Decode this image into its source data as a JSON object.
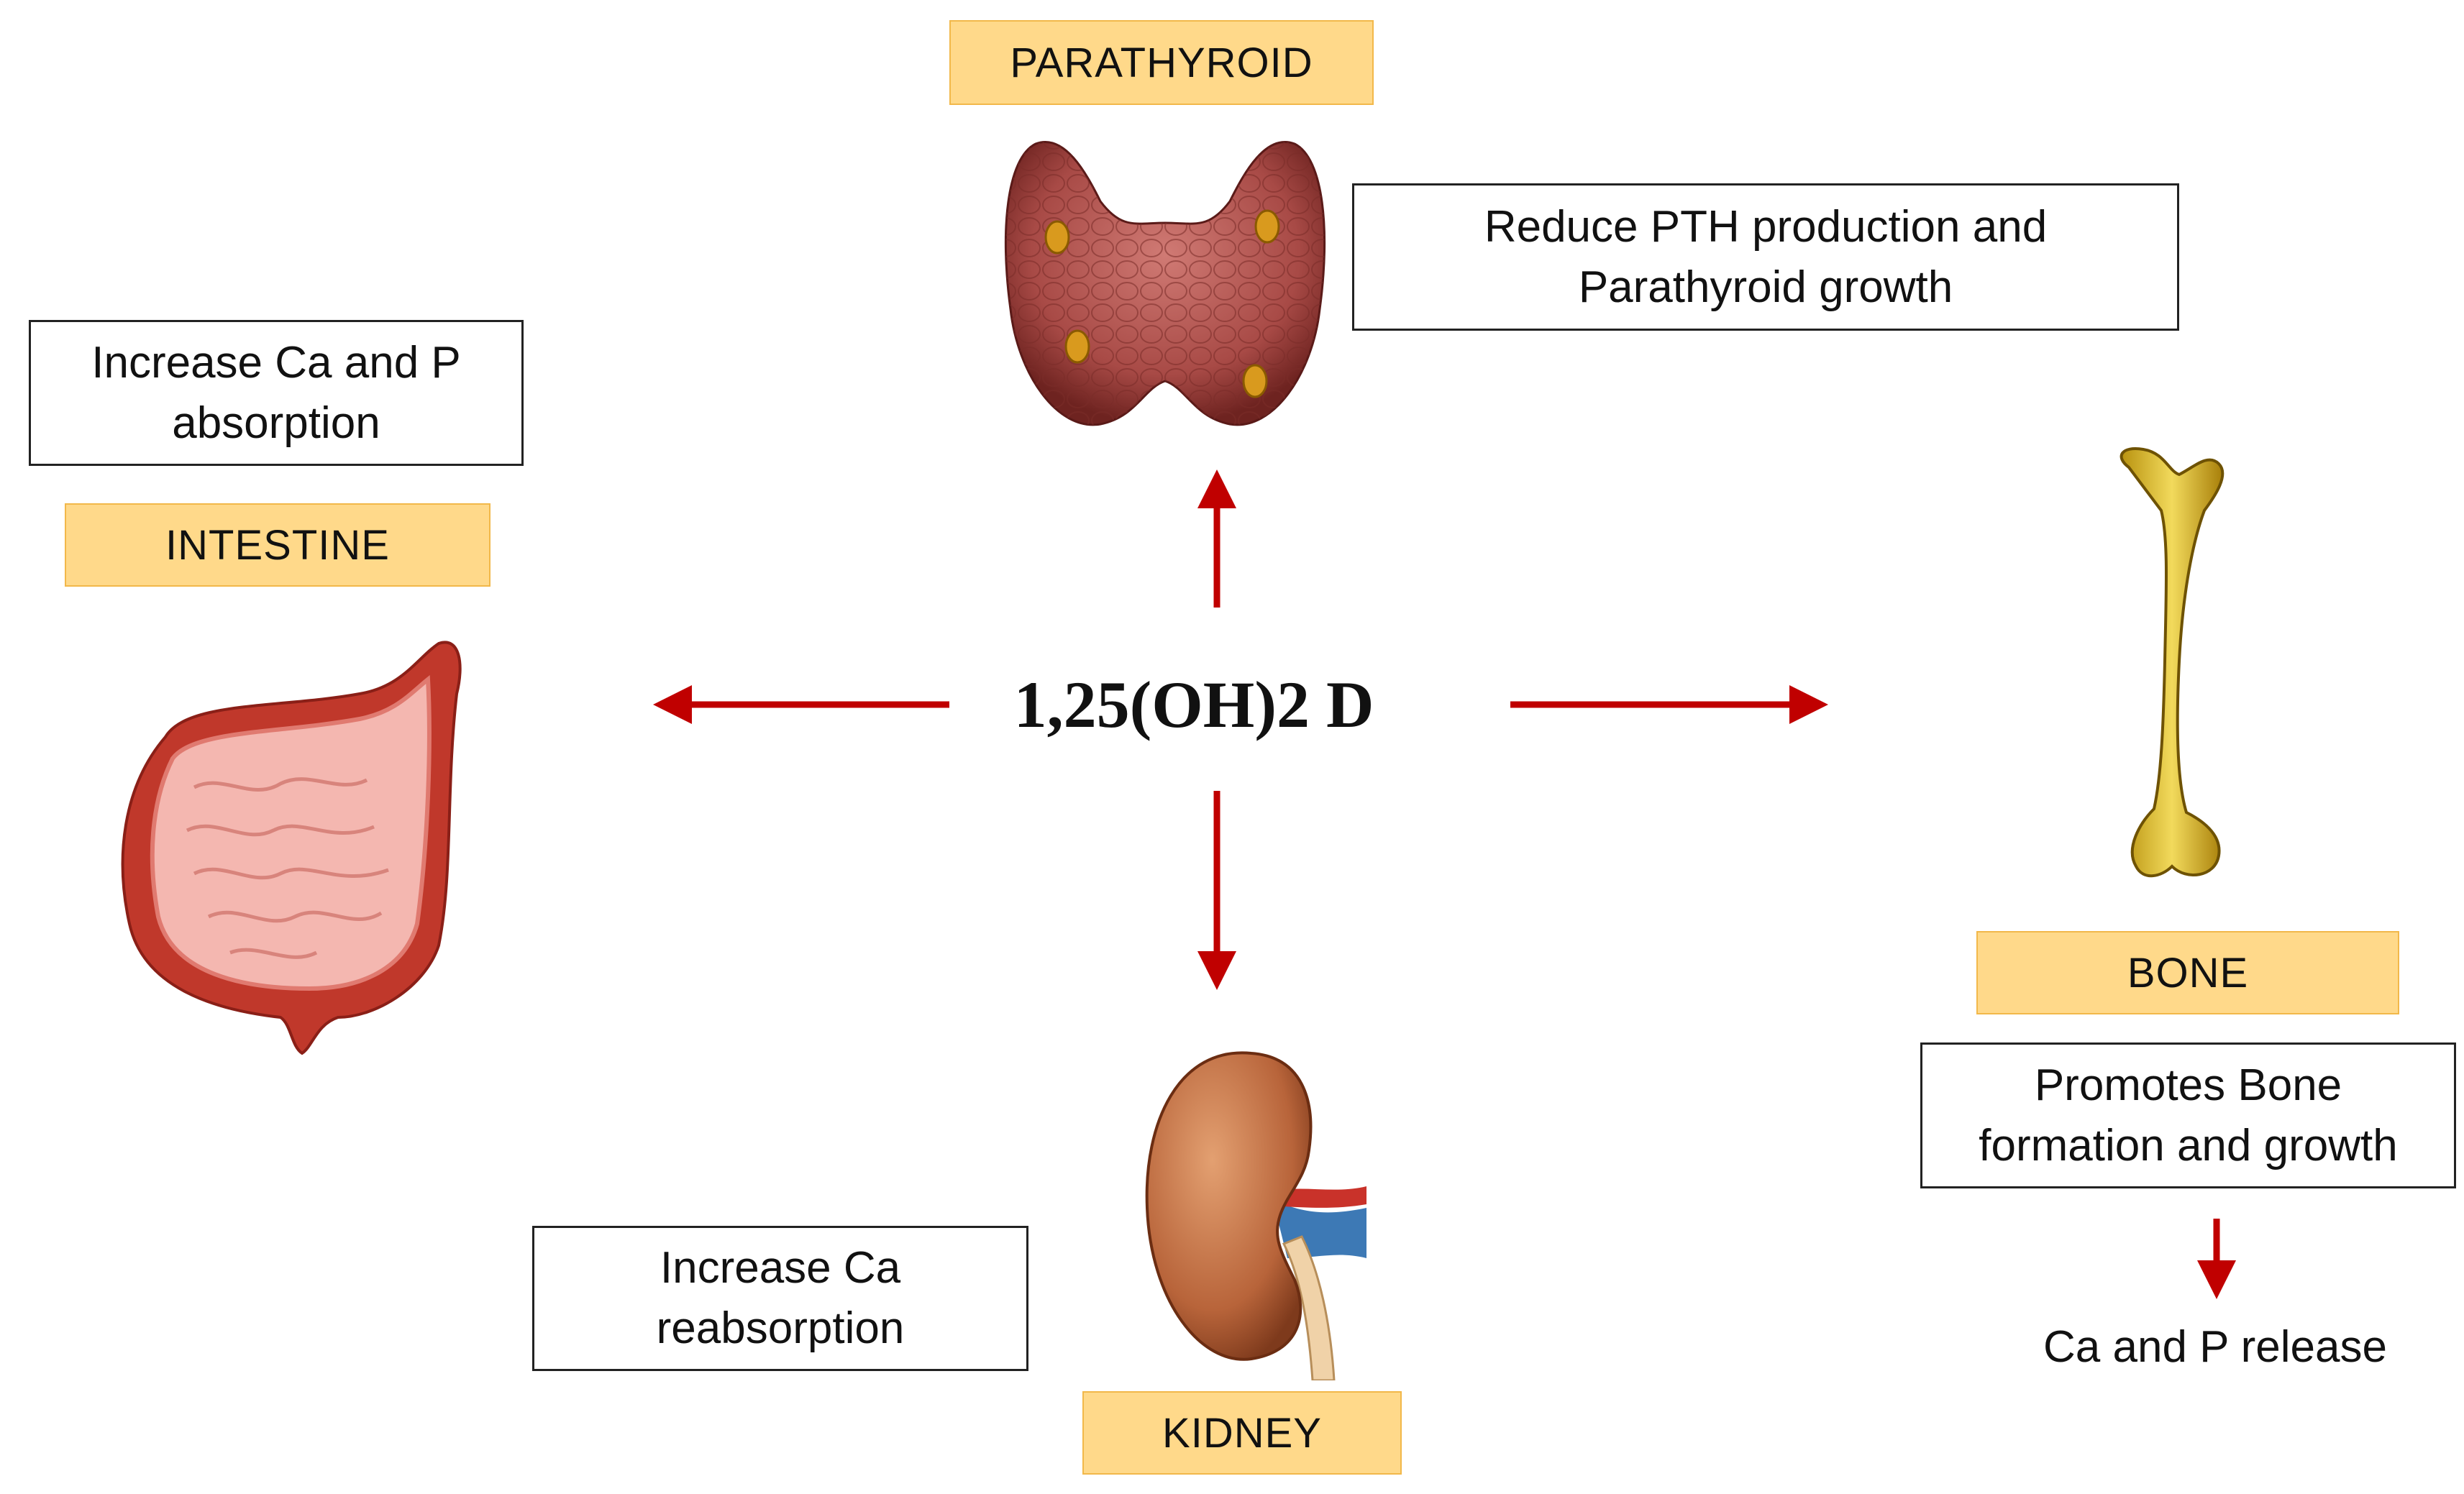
{
  "center": {
    "title": "1,25(OH)2 D"
  },
  "parathyroid": {
    "label": "PARATHYROID",
    "effect_line1": "Reduce PTH production and",
    "effect_line2": "Parathyroid growth"
  },
  "intestine": {
    "label": "INTESTINE",
    "effect_line1": "Increase Ca and P",
    "effect_line2": "absorption"
  },
  "kidney": {
    "label": "KIDNEY",
    "effect_line1": "Increase Ca",
    "effect_line2": "reabsorption"
  },
  "bone": {
    "label": "BONE",
    "effect_line1": "Promotes Bone",
    "effect_line2": "formation and growth",
    "outcome": "Ca and P release"
  },
  "colors": {
    "arrow": "#C00000",
    "label_fill": "#FFD98A",
    "label_border": "#F2B84A"
  }
}
